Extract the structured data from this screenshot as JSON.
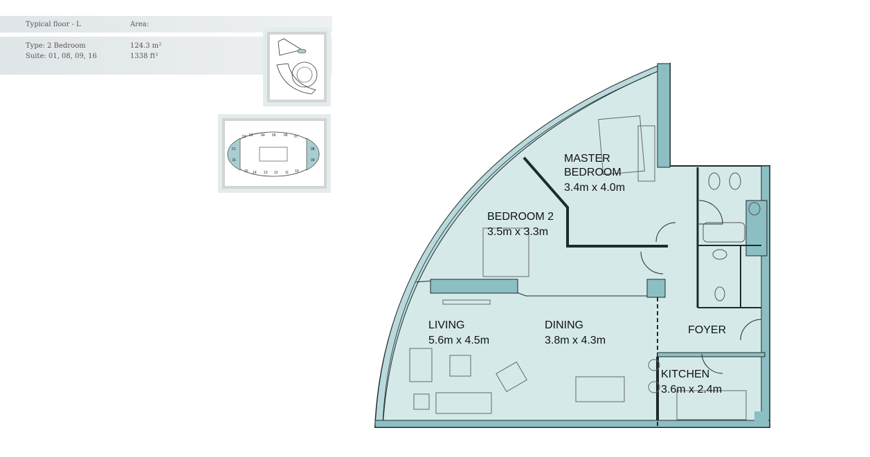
{
  "info": {
    "floor_label": "Typical floor - L",
    "area_label": "Area:",
    "type": "Type: 2 Bedroom",
    "suites": "Suite: 01, 08, 09, 16",
    "area_m2": "124.3 m²",
    "area_ft2": "1338 ft²"
  },
  "keyplan": {
    "units_top": [
      "02",
      "03",
      "04",
      "05",
      "06",
      "07"
    ],
    "units_bottom": [
      "15",
      "14",
      "13",
      "12",
      "11",
      "10"
    ],
    "units_highlight": [
      "01",
      "16",
      "08",
      "09"
    ]
  },
  "rooms": [
    {
      "name": "MASTER",
      "name2": "BEDROOM",
      "size": "3.4m x 4.0m"
    },
    {
      "name": "BEDROOM 2",
      "size": "3.5m x 3.3m"
    },
    {
      "name": "LIVING",
      "size": "5.6m x 4.5m"
    },
    {
      "name": "DINING",
      "size": "3.8m x 4.3m"
    },
    {
      "name": "FOYER"
    },
    {
      "name": "KITCHEN",
      "size": "3.6m x 2.4m"
    }
  ],
  "colors": {
    "floor": "#d5e9e9",
    "wall": "#8cbfc3",
    "line": "#1e2a2c"
  }
}
